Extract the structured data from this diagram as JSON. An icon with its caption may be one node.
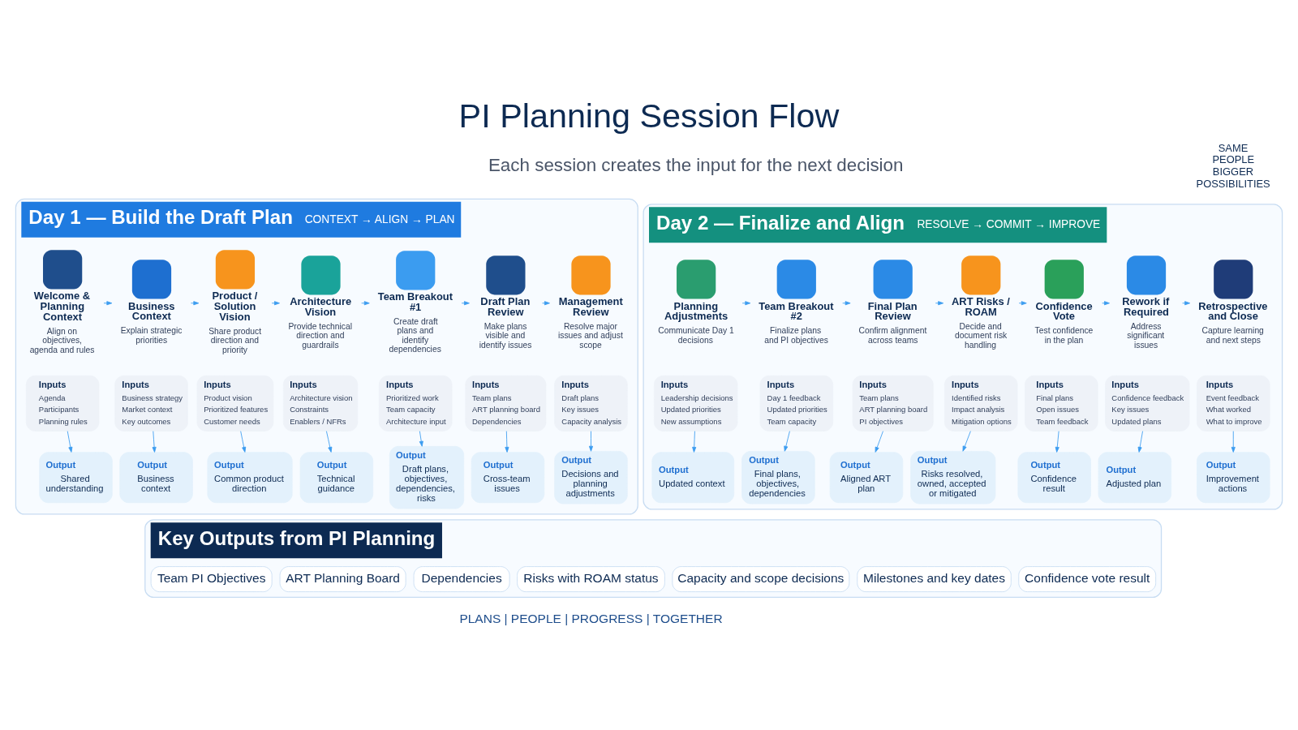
{
  "diagram": {
    "title": "PI Planning Session Flow",
    "nodes": [
      {
        "text": [
          "Day 1 — Build the Draft Plan",
          "CONTEXT → ALIGN → PLAN"
        ]
      },
      {
        "text": [
          "Welcome & Planning Context",
          "Align on objectives, agenda and rules"
        ],
        "in": 0
      },
      {
        "text": [
          "Business Context",
          "Explain strategic priorities"
        ],
        "in": 0
      },
      {
        "text": [
          "Product / Solution Vision",
          "Share product direction and priority"
        ],
        "in": 0
      },
      {
        "text": [
          "Architecture Vision",
          "Provide technical direction and guardrails"
        ],
        "in": 0
      },
      {
        "text": [
          "Team Breakout #1",
          "Create draft plans and identify dependencies"
        ],
        "in": 0
      },
      {
        "text": [
          "Draft Plan Review",
          "Make plans visible and identify issues"
        ],
        "in": 0
      },
      {
        "text": [
          "Management Review",
          "Resolve major issues and adjust scope"
        ],
        "in": 0
      },
      {
        "text": [
          "Inputs",
          "Agenda",
          "Participants",
          "Planning rules"
        ],
        "in": 0
      },
      {
        "text": [
          "Inputs",
          "Business strategy",
          "Market context",
          "Key outcomes"
        ],
        "in": 0
      },
      {
        "text": [
          "Inputs",
          "Product vision",
          "Prioritized features",
          "Customer needs"
        ],
        "in": 0
      },
      {
        "text": [
          "Inputs",
          "Architecture vision",
          "Constraints",
          "Enablers / NFRs"
        ],
        "in": 0
      },
      {
        "text": [
          "Inputs",
          "Prioritized work",
          "Team capacity",
          "Architecture input"
        ],
        "in": 0
      },
      {
        "text": [
          "Inputs",
          "Team plans",
          "ART planning board",
          "Dependencies"
        ],
        "in": 0
      },
      {
        "text": [
          "Inputs",
          "Draft plans",
          "Key issues",
          "Capacity analysis"
        ],
        "in": 0
      },
      {
        "text": [
          "Output",
          "Shared understanding"
        ],
        "in": 0
      },
      {
        "text": [
          "Output",
          "Business context"
        ],
        "in": 0
      },
      {
        "text": [
          "Output",
          "Common product direction"
        ],
        "in": 0
      },
      {
        "text": [
          "Output",
          "Technical guidance"
        ],
        "in": 0
      },
      {
        "text": [
          "Output",
          "Draft plans, objectives, dependencies, risks"
        ],
        "in": 0
      },
      {
        "text": [
          "Output",
          "Cross-team issues"
        ],
        "in": 0
      },
      {
        "text": [
          "Output",
          "Decisions and planning adjustments"
        ],
        "in": 0
      },
      {
        "text": [
          "Day 2 — Finalize and Align",
          "RESOLVE → COMMIT → IMPROVE"
        ]
      },
      {
        "text": [
          "Planning Adjustments",
          "Communicate Day 1 decisions"
        ],
        "in": 22
      },
      {
        "text": [
          "Team Breakout #2",
          "Finalize plans and PI objectives"
        ],
        "in": 22
      },
      {
        "text": [
          "Final Plan Review",
          "Confirm alignment across teams"
        ],
        "in": 22
      },
      {
        "text": [
          "ART Risks / ROAM",
          "Decide and document risk handling"
        ],
        "in": 22
      },
      {
        "text": [
          "Confidence Vote",
          "Test confidence in the plan"
        ],
        "in": 22
      },
      {
        "text": [
          "Rework if Required",
          "Address significant issues"
        ],
        "in": 22
      },
      {
        "text": [
          "Retrospective and Close",
          "Capture learning and next steps"
        ],
        "in": 22
      },
      {
        "text": [
          "Inputs",
          "Leadership decisions",
          "Updated priorities",
          "New assumptions"
        ],
        "in": 22
      },
      {
        "text": [
          "Inputs",
          "Day 1 feedback",
          "Updated priorities",
          "Team capacity"
        ],
        "in": 22
      },
      {
        "text": [
          "Inputs",
          "Team plans",
          "ART planning board",
          "PI objectives"
        ],
        "in": 22
      },
      {
        "text": [
          "Inputs",
          "Identified risks",
          "Impact analysis",
          "Mitigation options"
        ],
        "in": 22
      },
      {
        "text": [
          "Inputs",
          "Final plans",
          "Open issues",
          "Team feedback"
        ],
        "in": 22
      },
      {
        "text": [
          "Inputs",
          "Confidence feedback",
          "Key issues",
          "Updated plans"
        ],
        "in": 22
      },
      {
        "text": [
          "Inputs",
          "Event feedback",
          "What worked",
          "What to improve"
        ],
        "in": 22
      },
      {
        "text": [
          "Output",
          "Updated context"
        ],
        "in": 22
      },
      {
        "text": [
          "Output",
          "Final plans, objectives, dependencies"
        ],
        "in": 22
      },
      {
        "text": [
          "Output",
          "Aligned ART plan"
        ],
        "in": 22
      },
      {
        "text": [
          "Output",
          "Risks resolved, owned, accepted or mitigated"
        ],
        "in": 22
      },
      {
        "text": [
          "Output",
          "Confidence result"
        ],
        "in": 22
      },
      {
        "text": [
          "Output",
          "Adjusted plan"
        ],
        "in": 22
      },
      {
        "text": [
          "Output",
          "Improvement actions"
        ],
        "in": 22
      },
      {
        "text": [
          "Key Outputs from PI Planning"
        ]
      },
      {
        "text": [
          "Team PI Objectives"
        ],
        "in": 44
      },
      {
        "text": [
          "ART Planning Board"
        ],
        "in": 44
      },
      {
        "text": [
          "Dependencies"
        ],
        "in": 44
      },
      {
        "text": [
          "Risks with ROAM status"
        ],
        "in": 44
      },
      {
        "text": [
          "Capacity and scope decisions"
        ],
        "in": 44
      },
      {
        "text": [
          "Milestones and key dates"
        ],
        "in": 44
      },
      {
        "text": [
          "Confidence vote result"
        ],
        "in": 44
      }
    ],
    "edges": [
      {
        "from": 1,
        "to": 2,
        "arrow": "to"
      },
      {
        "from": 2,
        "to": 3,
        "arrow": "to"
      },
      {
        "from": 3,
        "to": 4,
        "arrow": "to"
      },
      {
        "from": 4,
        "to": 5,
        "arrow": "to"
      },
      {
        "from": 5,
        "to": 6,
        "arrow": "to"
      },
      {
        "from": 6,
        "to": 7,
        "arrow": "to"
      },
      {
        "from": 8,
        "to": 15,
        "arrow": "to"
      },
      {
        "from": 9,
        "to": 16,
        "arrow": "to"
      },
      {
        "from": 10,
        "to": 17,
        "arrow": "to"
      },
      {
        "from": 11,
        "to": 18,
        "arrow": "to"
      },
      {
        "from": 12,
        "to": 19,
        "arrow": "to"
      },
      {
        "from": 13,
        "to": 20,
        "arrow": "to"
      },
      {
        "from": 14,
        "to": 21,
        "arrow": "to"
      },
      {
        "from": 23,
        "to": 24,
        "arrow": "to"
      },
      {
        "from": 24,
        "to": 25,
        "arrow": "to"
      },
      {
        "from": 25,
        "to": 26,
        "arrow": "to"
      },
      {
        "from": 26,
        "to": 27,
        "arrow": "to"
      },
      {
        "from": 27,
        "to": 28,
        "arrow": "to"
      },
      {
        "from": 28,
        "to": 29,
        "arrow": "to"
      },
      {
        "from": 30,
        "to": 37,
        "arrow": "to"
      },
      {
        "from": 31,
        "to": 38,
        "arrow": "to"
      },
      {
        "from": 32,
        "to": 39,
        "arrow": "to"
      },
      {
        "from": 33,
        "to": 40,
        "arrow": "to"
      },
      {
        "from": 34,
        "to": 41,
        "arrow": "to"
      },
      {
        "from": 35,
        "to": 42,
        "arrow": "to"
      },
      {
        "from": 36,
        "to": 43,
        "arrow": "to"
      }
    ],
    "labels": [
      "Each session creates the input for the next decision",
      "SAME PEOPLE BIGGER POSSIBILITIES",
      "PLANS | PEOPLE | PROGRESS | TOGETHER"
    ]
  }
}
